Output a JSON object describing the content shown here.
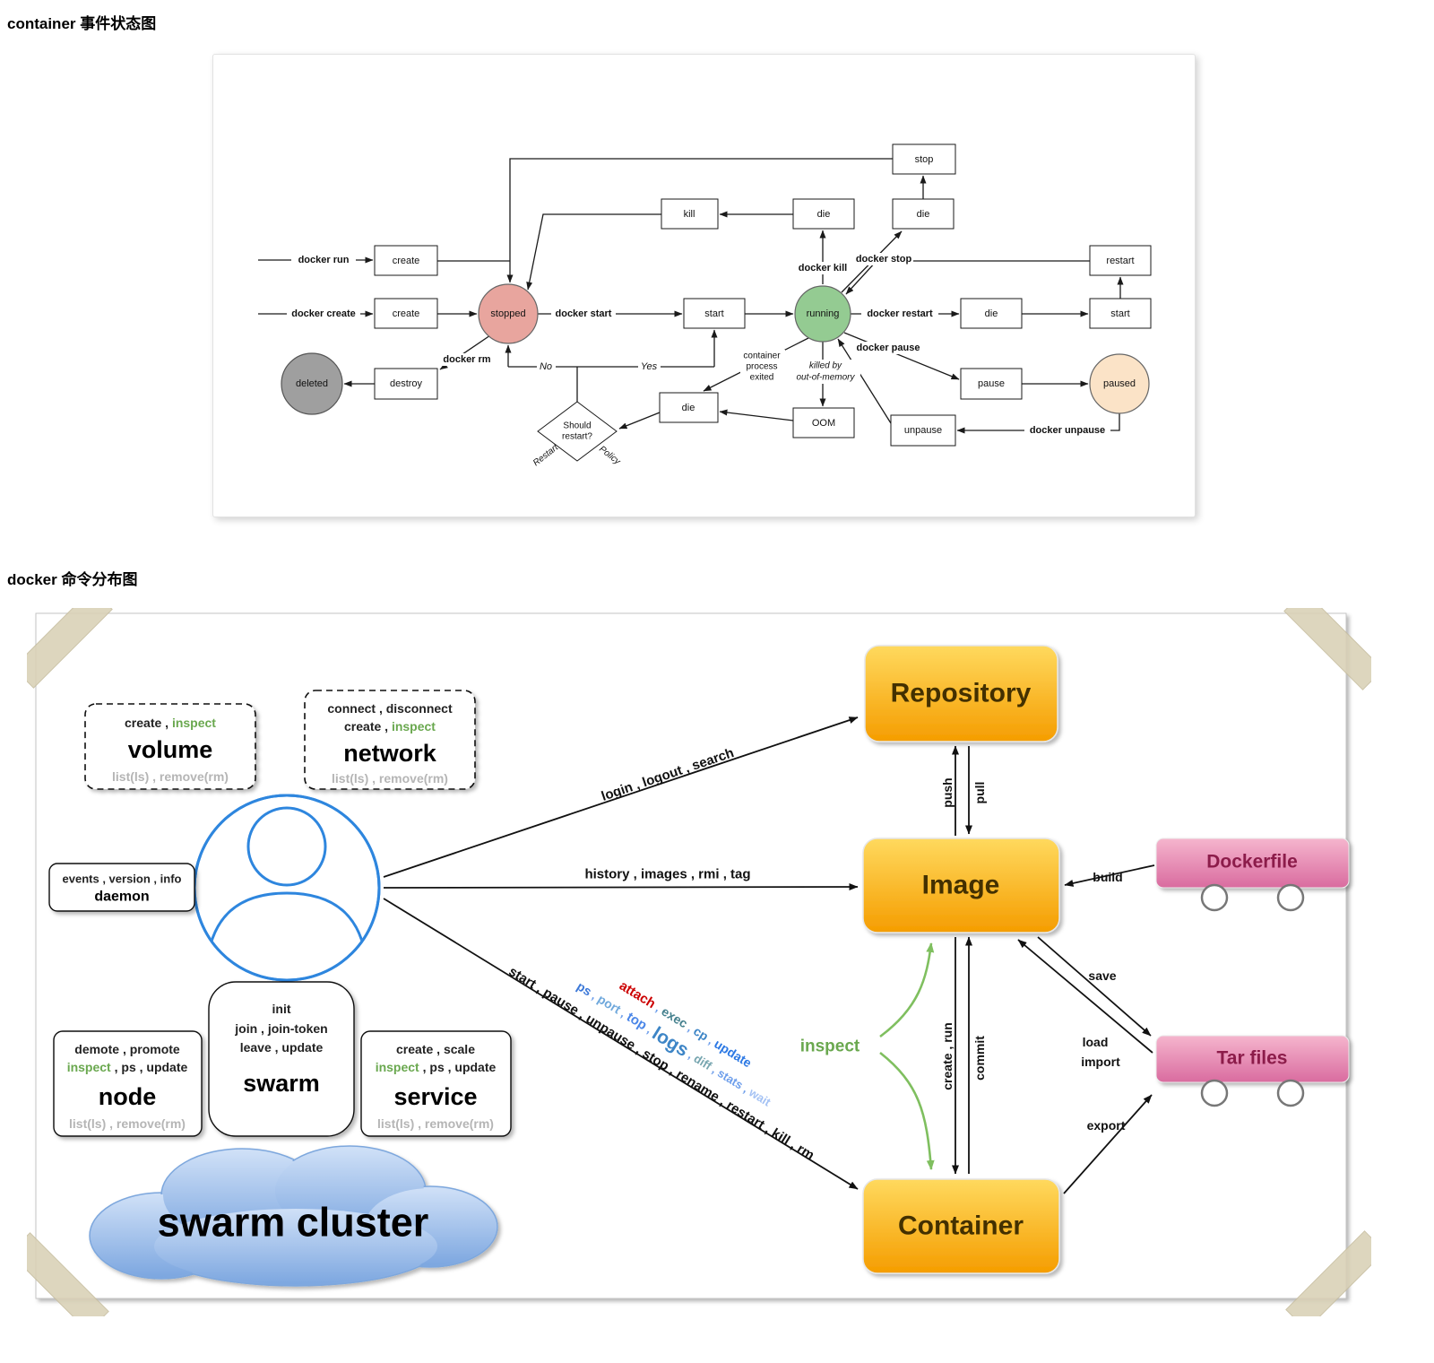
{
  "titles": {
    "state_diagram": "container 事件状态图",
    "command_diagram": "docker 命令分布图"
  },
  "state": {
    "boxes": {
      "stop": "stop",
      "kill": "kill",
      "die": "die",
      "create": "create",
      "restart": "restart",
      "start": "start",
      "destroy": "destroy",
      "pause": "pause",
      "unpause": "unpause",
      "oom": "OOM"
    },
    "circles": {
      "stopped": "stopped",
      "running": "running",
      "deleted": "deleted",
      "paused": "paused"
    },
    "labels": {
      "docker_run": "docker run",
      "docker_create": "docker create",
      "docker_start": "docker start",
      "docker_kill": "docker kill",
      "docker_stop": "docker stop",
      "docker_restart": "docker restart",
      "docker_rm": "docker rm",
      "docker_pause": "docker pause",
      "docker_unpause": "docker unpause",
      "no": "No",
      "yes": "Yes",
      "restart_policy_1": "Restart",
      "restart_policy_2": "Policy",
      "should_restart_1": "Should",
      "should_restart_2": "restart?",
      "process_exited_1": "container",
      "process_exited_2": "process",
      "process_exited_3": "exited",
      "killed_by_1": "killed by",
      "killed_by_2": "out-of-memory"
    },
    "colors": {
      "stopped": "#e8a59e",
      "running": "#94cb92",
      "deleted": "#9f9f9f",
      "paused": "#fbe3c7"
    }
  },
  "commands": {
    "sep": " , ",
    "groups": {
      "volume": {
        "row1a": "create",
        "row1b": "inspect",
        "name": "volume",
        "row3": "list(ls) , remove(rm)"
      },
      "network": {
        "row1": "connect , disconnect",
        "row2a": "create",
        "row2b": "inspect",
        "name": "network",
        "row4": "list(ls) , remove(rm)"
      },
      "daemon": {
        "row1": "events , version , info",
        "name": "daemon"
      },
      "node": {
        "row1": "demote , promote",
        "row2a": "inspect",
        "row2b": " , ps , update",
        "name": "node",
        "row4": "list(ls) , remove(rm)"
      },
      "swarm": {
        "row1": "init",
        "row2": "join , join-token",
        "row3": "leave , update",
        "name": "swarm"
      },
      "service": {
        "row1": "create , scale",
        "row2a": "inspect",
        "row2b": " , ps , update",
        "name": "service",
        "row4": "list(ls) , remove(rm)"
      },
      "cluster": "swarm cluster"
    },
    "nodes": {
      "repository": "Repository",
      "image": "Image",
      "container": "Container",
      "dockerfile": "Dockerfile",
      "tar_files": "Tar files"
    },
    "edges": {
      "to_repository": "login , logout , search",
      "to_image": "history , images , rmi , tag",
      "to_container": "start , pause , unpause , stop , rename , restart , kill , rm",
      "push": "push",
      "pull": "pull",
      "build": "build",
      "save": "save",
      "load": "load",
      "import": "import",
      "export": "export",
      "create_run": "create , run",
      "commit": "commit",
      "inspect": "inspect"
    },
    "word_rows": {
      "blue": [
        "ps",
        " , ",
        "port",
        " , ",
        "top",
        " , ",
        "logs",
        " , ",
        "diff",
        " , ",
        "stats",
        " , ",
        "wait"
      ],
      "colored": [
        "attach",
        " , ",
        "exec",
        " , ",
        "cp",
        " , ",
        "update"
      ]
    },
    "colors": {
      "accent_green": "#6aa84f",
      "box_orange_top": "#ffd95e",
      "box_orange_bottom": "#f59d00",
      "box_pink_top": "#f5b5cd",
      "box_pink_bottom": "#d96b9f"
    }
  }
}
